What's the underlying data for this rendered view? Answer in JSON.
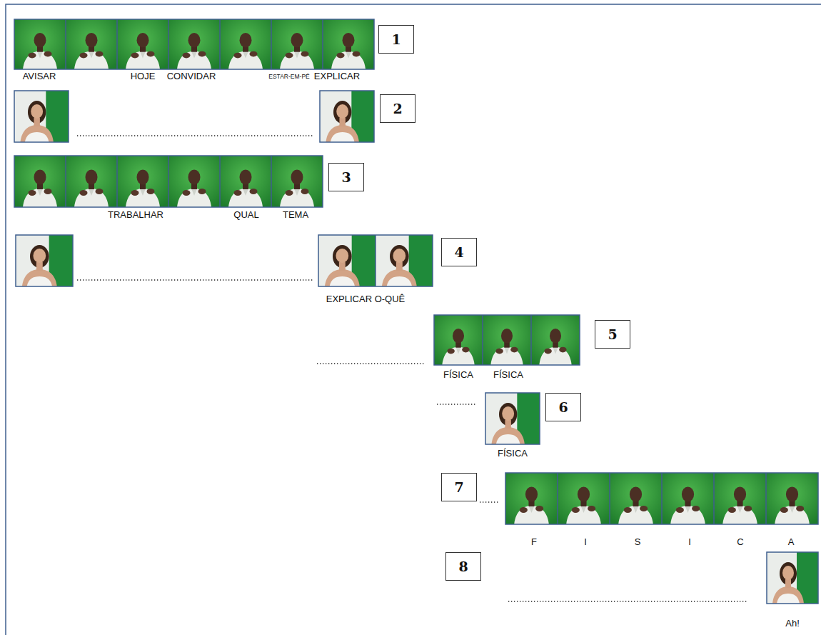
{
  "diagram": {
    "nodes": [
      {
        "text": [
          "1"
        ]
      },
      {
        "text": [
          "2"
        ]
      },
      {
        "text": [
          "3"
        ]
      },
      {
        "text": [
          "4"
        ]
      },
      {
        "text": [
          "5"
        ]
      },
      {
        "text": [
          "6"
        ]
      },
      {
        "text": [
          "7"
        ]
      },
      {
        "text": [
          "8"
        ]
      }
    ],
    "labels": [
      "AVISAR",
      "HOJE",
      "CONVIDAR",
      "ESTAR-EM-PÉ",
      "EXPLICAR",
      "TRABALHAR",
      "QUAL",
      "TEMA",
      "EXPLICAR O-QUÊ",
      "FÍSICA",
      "FÍSICA",
      "FÍSICA",
      "F",
      "I",
      "S",
      "I",
      "C",
      "A",
      "Ah!"
    ]
  }
}
